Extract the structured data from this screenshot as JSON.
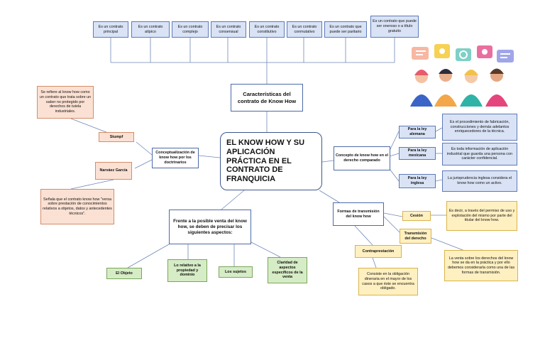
{
  "center": {
    "title": "EL KNOW HOW Y SU APLICACIÓN PRÁCTICA EN EL CONTRATO DE FRANQUICIA"
  },
  "characteristics": {
    "heading": "Características del contrato de Know How",
    "items": [
      "Es un contrato principal",
      "Es un contrato atípico",
      "Es un contrato complejo",
      "Es un contrato consensual",
      "Es un contrato constitutivo",
      "Es un contrato conmutativo",
      "Es un contrato que puede ser paritario",
      "Es un contrato que puede ser oneroso o a título gratuito"
    ]
  },
  "conceptualization": {
    "heading": "Conceptualización de know how por los doctrinarios",
    "authors": [
      {
        "name": "Stumpf",
        "text": "Se refiere al know how como un contrato que trata sobre un saber no protegido por derechos de tutela industriales."
      },
      {
        "name": "Narváez García",
        "text": "Señala que el contrato know how \"versa sobre prestación de conocimientos relativos a objetos, datos y antecedentes técnicos\"."
      }
    ]
  },
  "comparative": {
    "heading": "Concepto de know how en el derecho comparado",
    "laws": [
      {
        "label": "Para la ley alemana",
        "text": "Es el procedimiento de fabricación, construcciones y demás adelantos enriquecedores de la técnica."
      },
      {
        "label": "Para la ley mexicana",
        "text": "Es toda información de aplicación industrial que guarda una persona con carácter confidencial."
      },
      {
        "label": "Para la ley inglesa",
        "text": "La jurisprudencia inglesa considera el know how como un activo."
      }
    ]
  },
  "aspects": {
    "heading": "Frente a la posible venta del know how, se deben de precisar los siguientes aspectos:",
    "items": [
      "El Objeto",
      "Lo relativo a la propiedad y dominio",
      "Los sujetos",
      "Claridad de aspectos específicos de la venta"
    ]
  },
  "transmission": {
    "heading": "Formas de transmisión del know how",
    "forms": [
      {
        "label": "Cesión",
        "text": "Es decir, a través del permiso de uso y explotación del mismo por parte del titular del know how."
      },
      {
        "label": "Transmisión del derecho",
        "text": "La venta sobre los derechos del know how se da en la práctica y por ello debemos considerarla como una de las formas de transmisión."
      },
      {
        "label": "Contraprestación",
        "text": "Consiste en la obligación dineraria en el mayor de los casos a que éste se encuentra obligado."
      }
    ]
  },
  "illustration": {
    "name": "people-speech-bubbles"
  },
  "colors": {
    "line": "#4d6aa8",
    "blue_fill": "#d9e3f5",
    "green_fill": "#d6ecc6",
    "peach_fill": "#fbe1d3",
    "yellow_fill": "#fff0c2"
  }
}
